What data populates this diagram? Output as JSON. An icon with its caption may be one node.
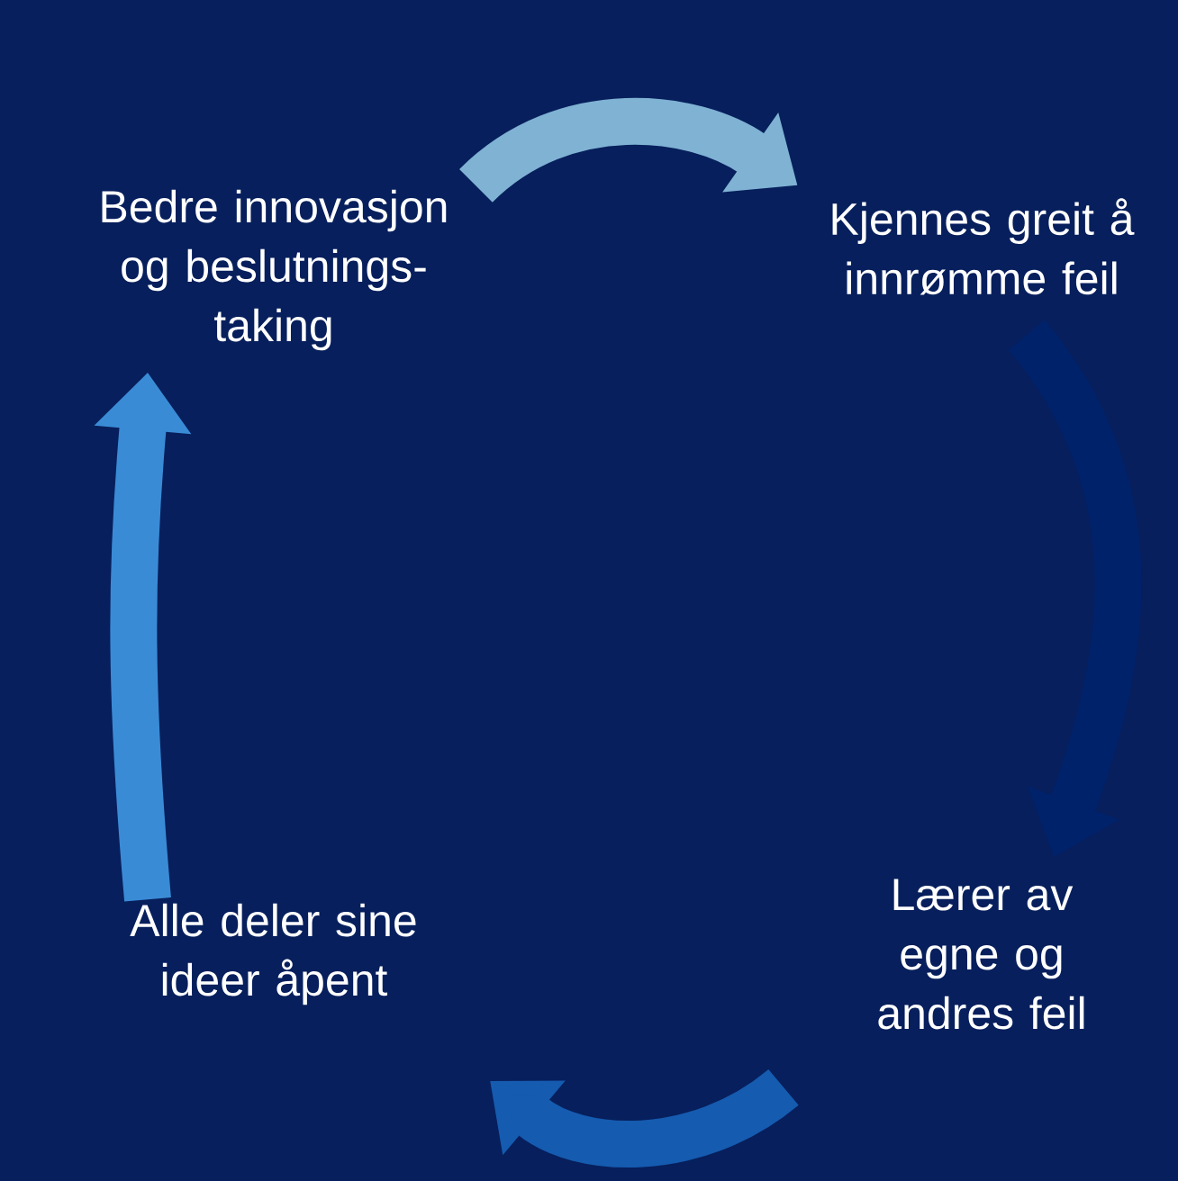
{
  "diagram": {
    "nodes": [
      {
        "text": [
          "Bedre innovasjon og beslutnings- taking"
        ]
      },
      {
        "text": [
          "Kjennes greit å innrømme feil"
        ]
      },
      {
        "text": [
          "Lærer av egne og andres feil"
        ]
      },
      {
        "text": [
          "Alle deler sine ideer åpent"
        ]
      }
    ],
    "edges": [
      {
        "from": 0,
        "to": 1,
        "arrow": "to",
        "color": "#7fb2d3"
      },
      {
        "from": 1,
        "to": 2,
        "arrow": "to",
        "color": "#00226b"
      },
      {
        "from": 2,
        "to": 3,
        "arrow": "to",
        "color": "#155bb0"
      },
      {
        "from": 3,
        "to": 0,
        "arrow": "to",
        "color": "#3a8bd6"
      }
    ]
  }
}
